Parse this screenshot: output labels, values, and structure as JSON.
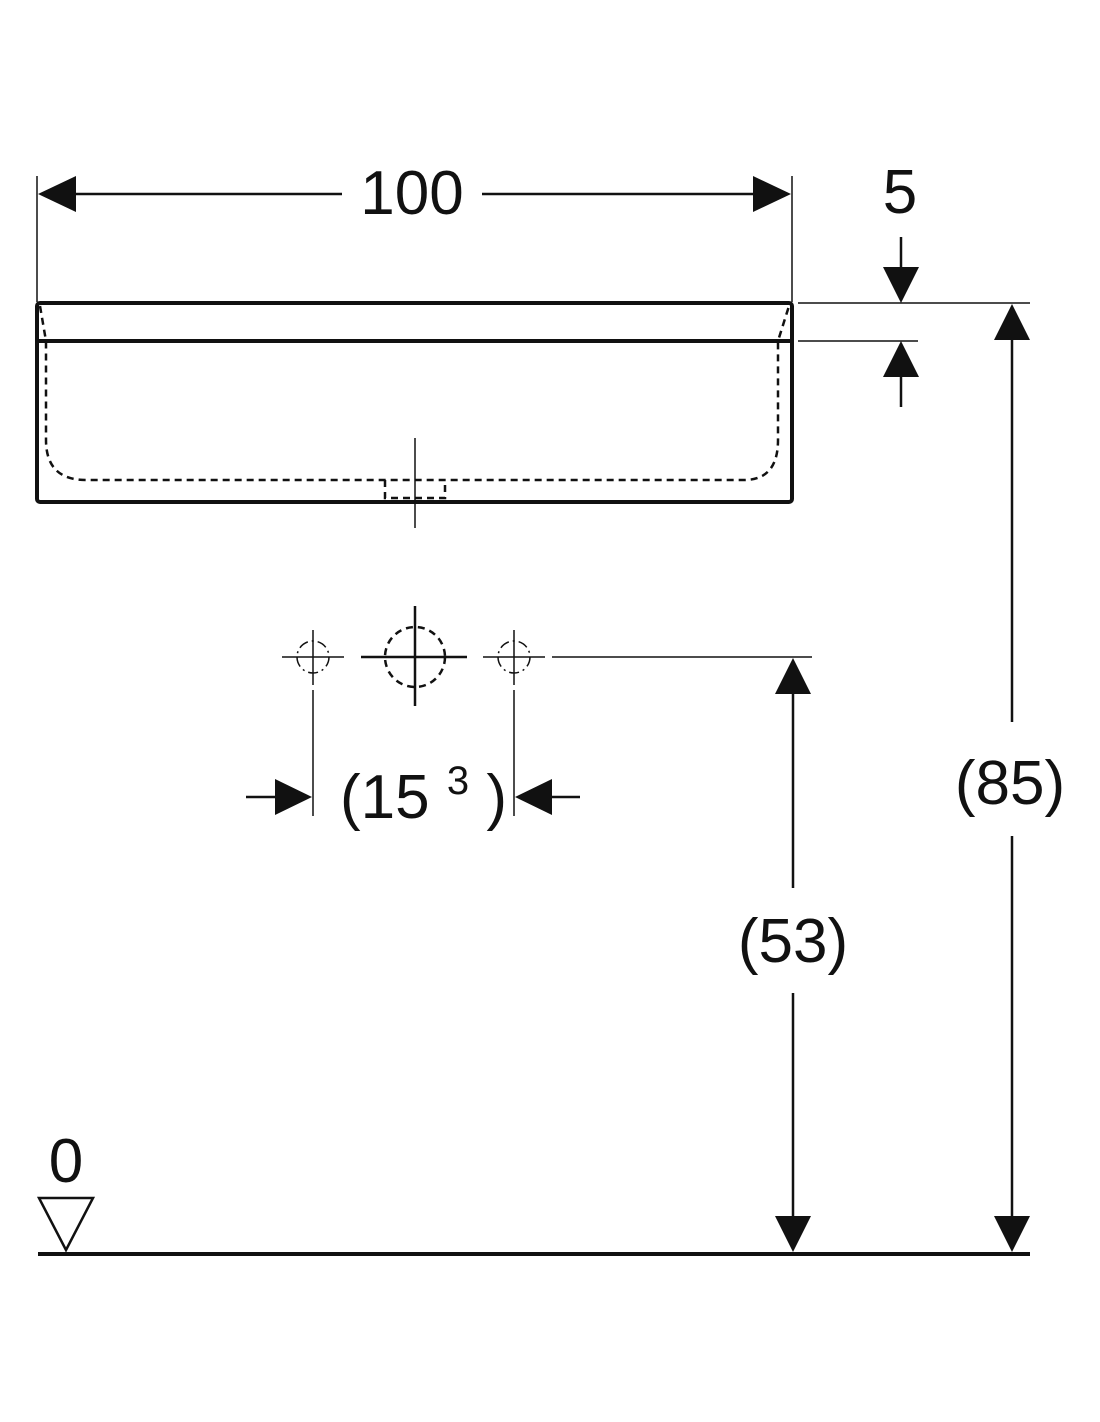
{
  "dimensions": {
    "width_label": "100",
    "rim_label": "5",
    "pipe_spacing_label": "(15",
    "pipe_spacing_sup": "3",
    "pipe_spacing_close": ")",
    "pipe_height_label": "(53)",
    "rim_height_label": "(85)",
    "floor_label": "0"
  }
}
